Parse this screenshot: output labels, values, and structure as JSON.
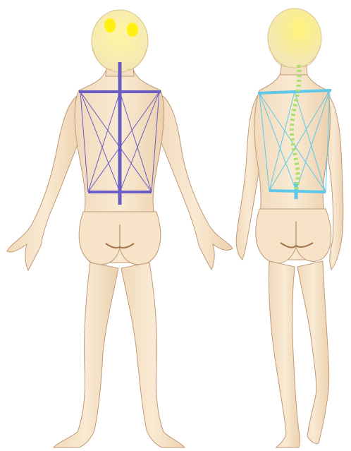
{
  "illustration": {
    "figures": [
      {
        "id": "left-figure",
        "pose": "standing-back-view-symmetric",
        "overlay_color": "#6a5cc0",
        "spine": "straight"
      },
      {
        "id": "right-figure",
        "pose": "walking-back-view-asymmetric",
        "overlay_color": "#5ec8e8",
        "spine": "curved-dotted",
        "spine_dot_color": "#a8e06a"
      }
    ],
    "colors": {
      "background": "#ffffff",
      "skin": "#f7e6cc",
      "skin_shadow": "#e8c9a2",
      "outline": "#b99272",
      "hair": "#f3e7b6",
      "hair_highlight": "#fff071",
      "crease": "#b78a5b"
    }
  }
}
